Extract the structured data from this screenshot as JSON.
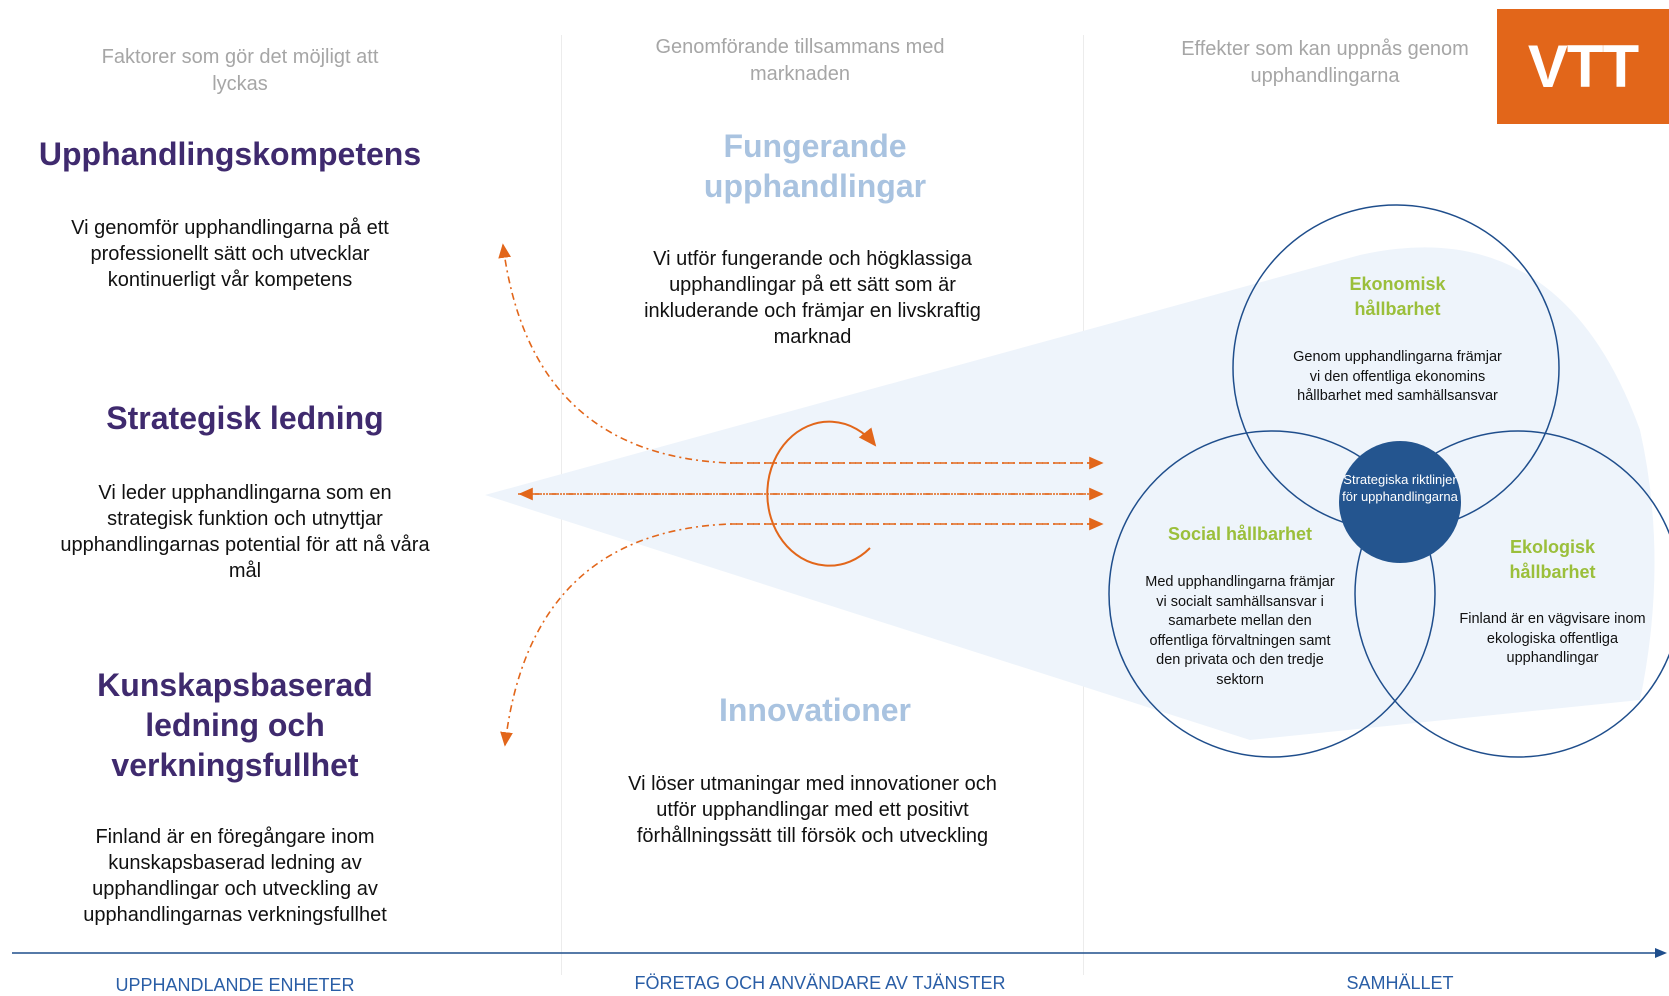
{
  "logo": "VTT",
  "columns": {
    "left": "Faktorer som gör det möjligt att lyckas",
    "middle": "Genomförande tillsammans med marknaden",
    "right": "Effekter som kan uppnås genom upphandlingarna"
  },
  "left_blocks": [
    {
      "title": "Upphandlingskompetens",
      "text": "Vi genomför upphandlingarna på ett professionellt sätt och utvecklar kontinuerligt vår kompetens"
    },
    {
      "title": "Strategisk ledning",
      "text": "Vi leder upphandlingarna som en strategisk funktion och utnyttjar upphandlingarnas potential för att nå våra mål"
    },
    {
      "title": "Kunskapsbaserad ledning och verkningsfullhet",
      "text": "Finland är en föregångare inom kunskapsbaserad ledning av upphandlingar och utveckling av upphandlingarnas verkningsfullhet"
    }
  ],
  "middle_blocks": [
    {
      "title": "Fungerande upphandlingar",
      "text": "Vi utför fungerande och högklassiga upphandlingar på ett sätt som är inkluderande och främjar en livskraftig marknad"
    },
    {
      "title": "Innovationer",
      "text": "Vi löser utmaningar med innovationer och utför upphandlingar med ett positivt förhållningssätt till försök och utveckling"
    }
  ],
  "circles": {
    "economic": {
      "title": "Ekonomisk hållbarhet",
      "text": "Genom upphandlingarna främjar vi den offentliga ekonomins hållbarhet med samhällsansvar"
    },
    "social": {
      "title": "Social hållbarhet",
      "text": "Med upphandlingarna främjar vi socialt samhällsansvar i samarbete mellan den offentliga förvaltningen samt den privata och den tredje sektorn"
    },
    "ecological": {
      "title": "Ekologisk hållbarhet",
      "text": "Finland är en vägvisare inom ekologiska offentliga upphandlingar"
    },
    "center": "Strategiska riktlinjer för upphandlingarna"
  },
  "footer": {
    "left": "UPPHANDLANDE ENHETER",
    "middle": "FÖRETAG OCH ANVÄNDARE AV TJÄNSTER",
    "right": "SAMHÄLLET"
  },
  "colors": {
    "orange": "#e2661a",
    "purple": "#3f2a6e",
    "light_blue": "#a9c3e0",
    "green": "#9bbf3b",
    "navy": "#1f4e8c"
  }
}
